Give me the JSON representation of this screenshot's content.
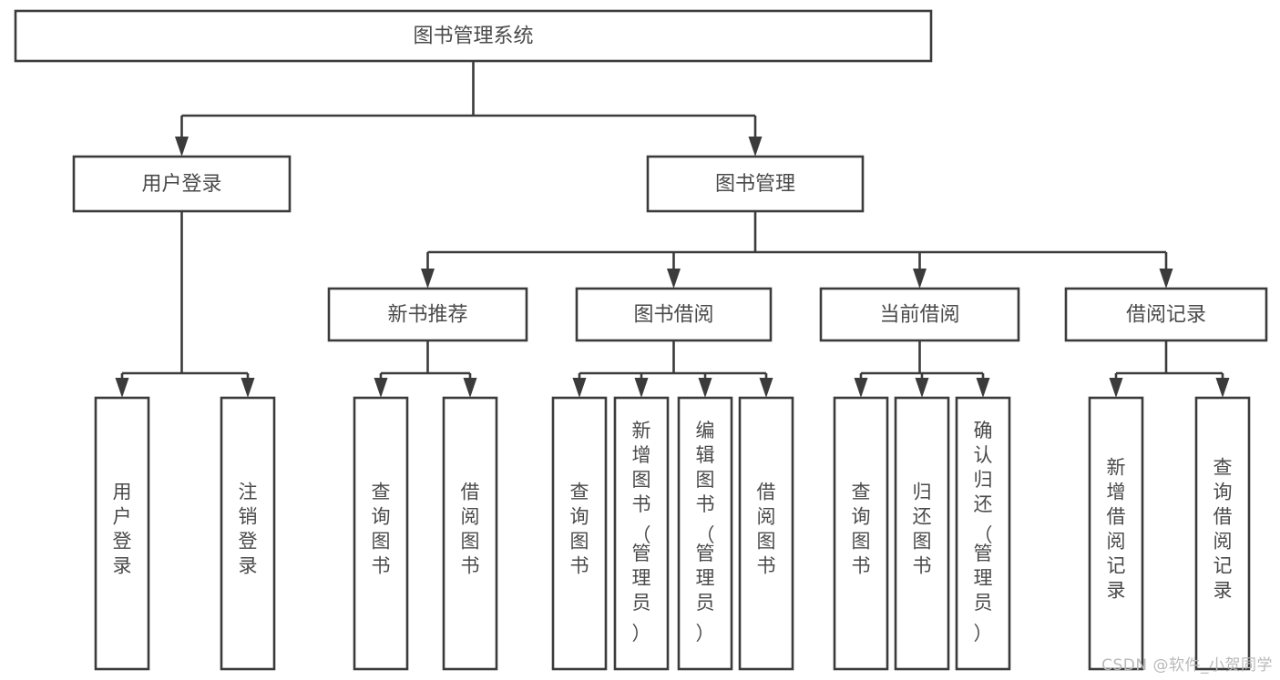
{
  "diagram": {
    "type": "tree",
    "title": "图书管理系统",
    "orientation": "top-down",
    "colors": {
      "box_fill": "#ffffff",
      "box_stroke": "#3b3b3b",
      "text": "#4a4a4a",
      "background": "#ffffff",
      "watermark": "#b9b9b9"
    },
    "root": {
      "id": "root",
      "label": "图书管理系统"
    },
    "level2": [
      {
        "id": "user-login",
        "label": "用户登录"
      },
      {
        "id": "book-manage",
        "label": "图书管理"
      }
    ],
    "level3": [
      {
        "id": "new-book-recommend",
        "label": "新书推荐",
        "parent": "book-manage"
      },
      {
        "id": "book-borrow",
        "label": "图书借阅",
        "parent": "book-manage"
      },
      {
        "id": "current-borrow",
        "label": "当前借阅",
        "parent": "book-manage"
      },
      {
        "id": "borrow-record",
        "label": "借阅记录",
        "parent": "book-manage"
      }
    ],
    "leaves": {
      "user-login": [
        {
          "id": "leaf-user-login",
          "label": "用户登录"
        },
        {
          "id": "leaf-logout",
          "label": "注销登录"
        }
      ],
      "new-book-recommend": [
        {
          "id": "leaf-query-book-1",
          "label": "查询图书"
        },
        {
          "id": "leaf-borrow-book-1",
          "label": "借阅图书"
        }
      ],
      "book-borrow": [
        {
          "id": "leaf-query-book-2",
          "label": "查询图书"
        },
        {
          "id": "leaf-add-book",
          "label": "新增图书（管理员）"
        },
        {
          "id": "leaf-edit-book",
          "label": "编辑图书（管理员）"
        },
        {
          "id": "leaf-borrow-book-2",
          "label": "借阅图书"
        }
      ],
      "current-borrow": [
        {
          "id": "leaf-query-book-3",
          "label": "查询图书"
        },
        {
          "id": "leaf-return-book",
          "label": "归还图书"
        },
        {
          "id": "leaf-confirm-return",
          "label": "确认归还（管理员）"
        }
      ],
      "borrow-record": [
        {
          "id": "leaf-add-record",
          "label": "新增借阅记录"
        },
        {
          "id": "leaf-query-record",
          "label": "查询借阅记录"
        }
      ]
    }
  },
  "watermark": {
    "text": "CSDN @软件_小贺同学"
  }
}
